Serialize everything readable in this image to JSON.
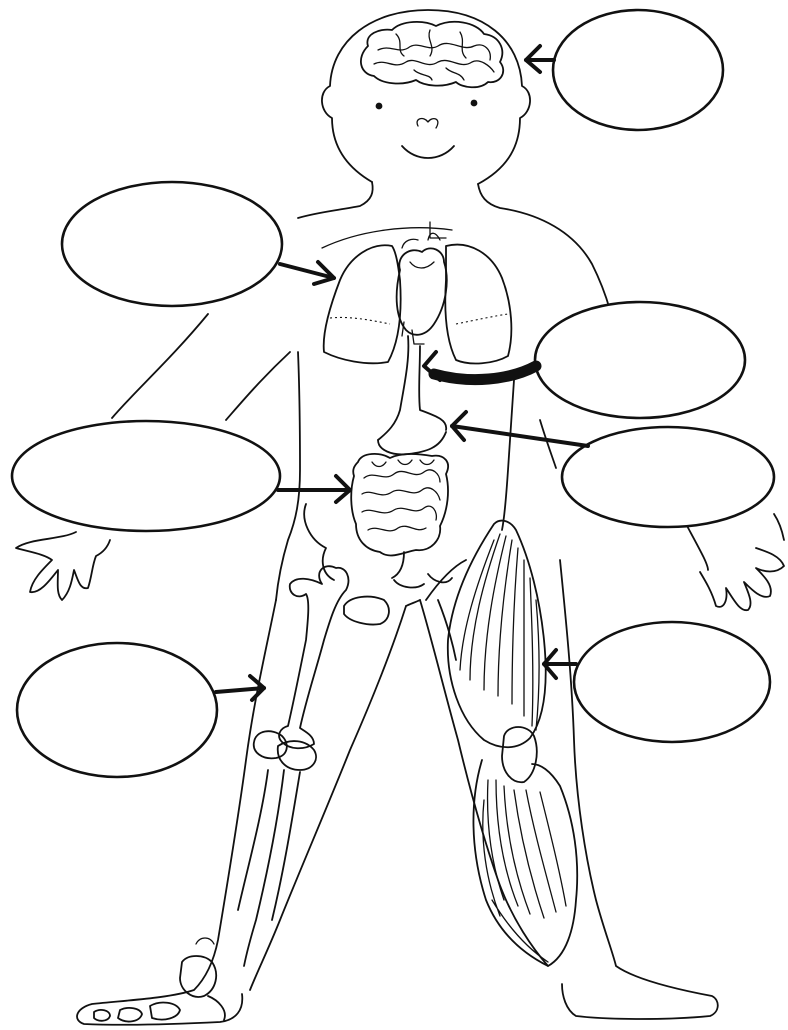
{
  "worksheet": {
    "answer_boxes": [
      {
        "id": "brain",
        "text": ""
      },
      {
        "id": "lungs",
        "text": ""
      },
      {
        "id": "heart",
        "text": ""
      },
      {
        "id": "stomach",
        "text": ""
      },
      {
        "id": "intestines",
        "text": ""
      },
      {
        "id": "bones",
        "text": ""
      },
      {
        "id": "muscles",
        "text": ""
      }
    ]
  }
}
